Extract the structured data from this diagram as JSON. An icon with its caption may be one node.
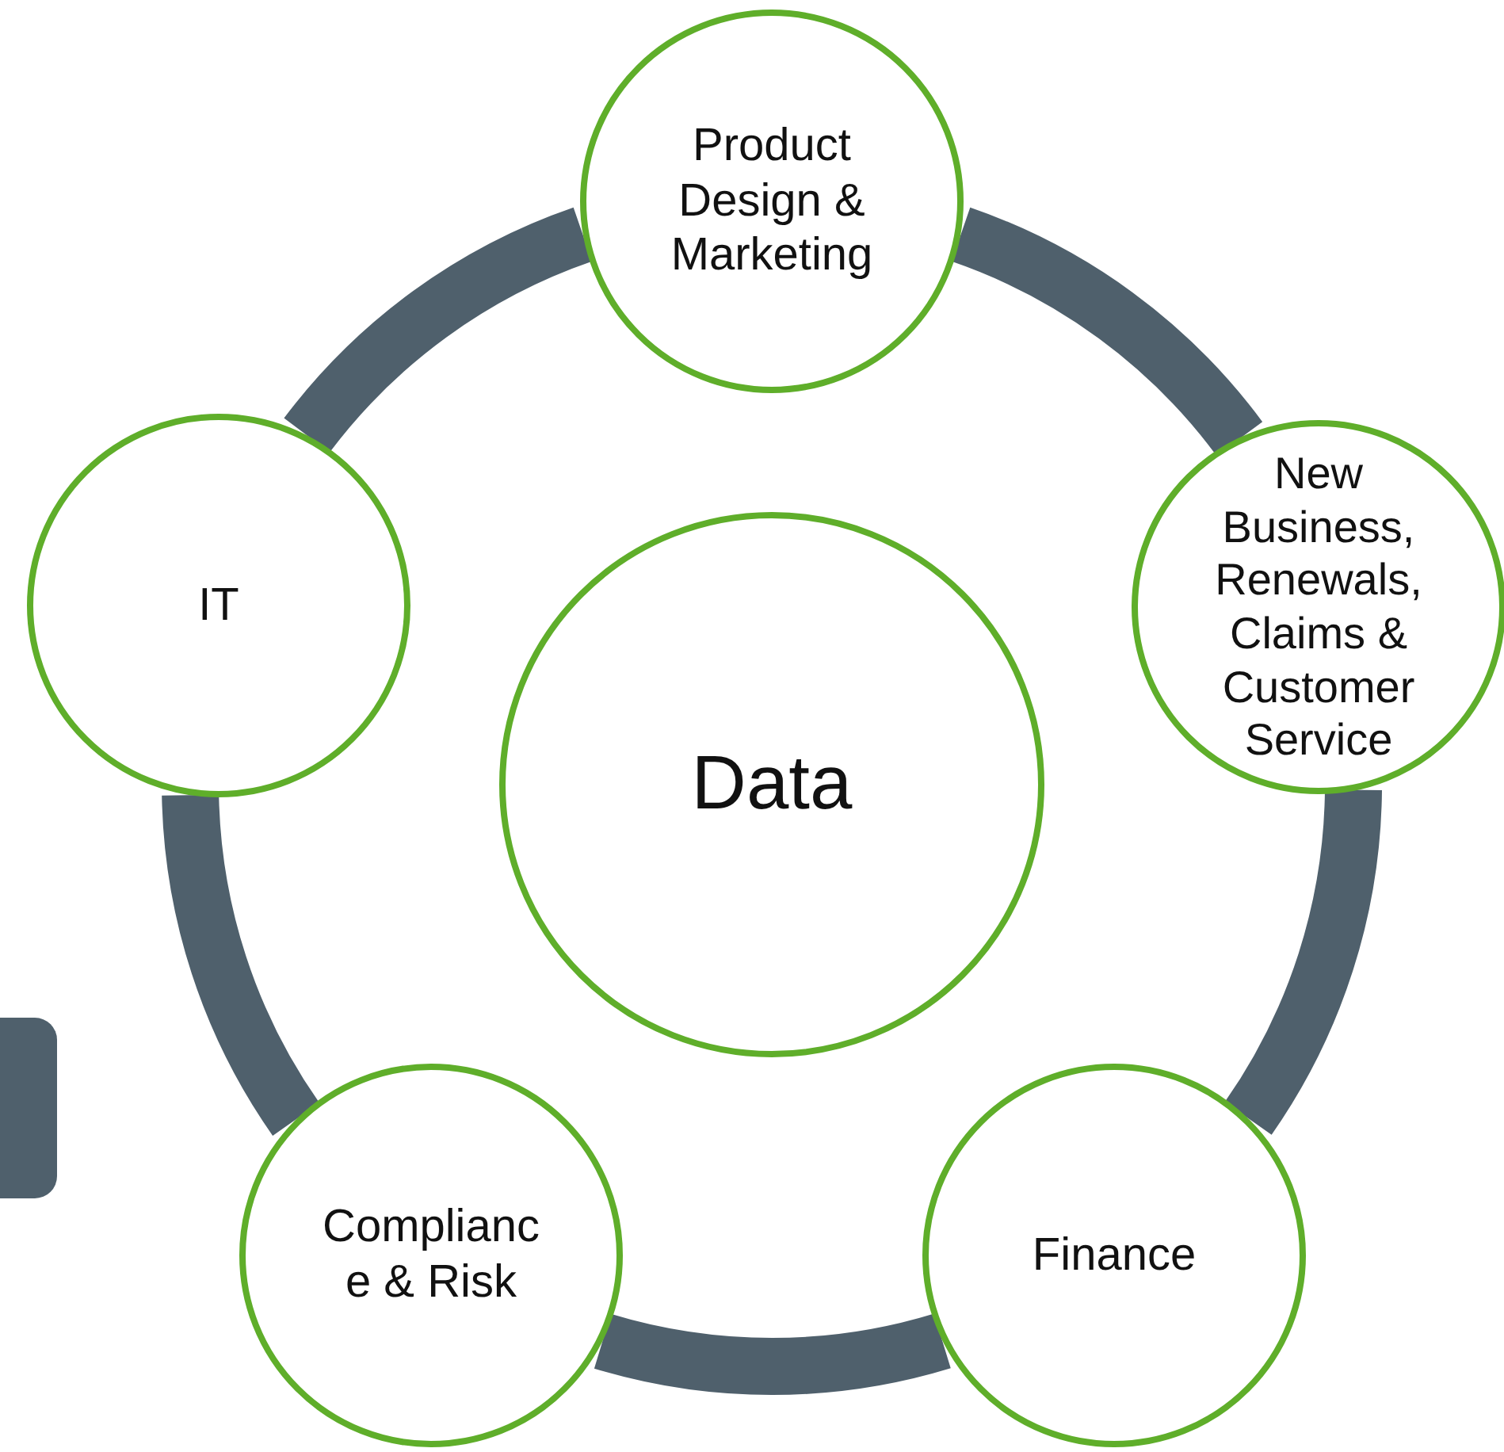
{
  "diagram": {
    "nodes": [
      {
        "text": [
          "Product Design & Marketing"
        ]
      },
      {
        "text": [
          "New Business, Renewals, Claims & Customer Service"
        ]
      },
      {
        "text": [
          "Finance"
        ]
      },
      {
        "text": [
          "Complianc e & Risk"
        ]
      },
      {
        "text": [
          "IT"
        ]
      },
      {
        "text": [
          "Data"
        ]
      },
      {
        "text": [],
        "shape": "box"
      }
    ],
    "edges": [
      {
        "from": 0,
        "to": 1,
        "arrow": "none"
      },
      {
        "from": 1,
        "to": 2,
        "arrow": "none"
      },
      {
        "from": 2,
        "to": 3,
        "arrow": "none"
      },
      {
        "from": 3,
        "to": 4,
        "arrow": "none"
      },
      {
        "from": 4,
        "to": 0,
        "arrow": "none"
      }
    ]
  }
}
